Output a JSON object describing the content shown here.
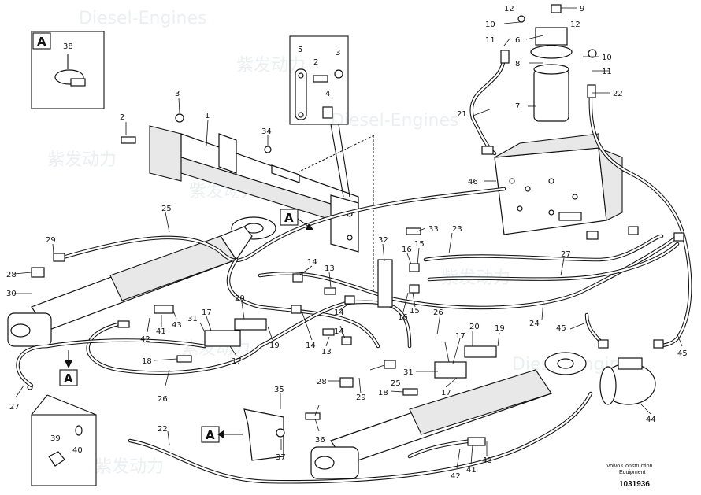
{
  "diagram": {
    "footer_company": "Volvo Construction",
    "footer_dept": "Equipment",
    "doc_number": "1031936",
    "watermark_cn": "紫发动力",
    "watermark_en": "Diesel-Engines",
    "detail_letter": "A"
  },
  "labels": [
    {
      "id": "l1",
      "text": "1"
    },
    {
      "id": "l2a",
      "text": "2"
    },
    {
      "id": "l2b",
      "text": "2"
    },
    {
      "id": "l3a",
      "text": "3"
    },
    {
      "id": "l3b",
      "text": "3"
    },
    {
      "id": "l4",
      "text": "4"
    },
    {
      "id": "l5",
      "text": "5"
    },
    {
      "id": "l6",
      "text": "6"
    },
    {
      "id": "l7",
      "text": "7"
    },
    {
      "id": "l8",
      "text": "8"
    },
    {
      "id": "l9",
      "text": "9"
    },
    {
      "id": "l10a",
      "text": "10"
    },
    {
      "id": "l10b",
      "text": "10"
    },
    {
      "id": "l11a",
      "text": "11"
    },
    {
      "id": "l11b",
      "text": "11"
    },
    {
      "id": "l12a",
      "text": "12"
    },
    {
      "id": "l12b",
      "text": "12"
    },
    {
      "id": "l13a",
      "text": "13"
    },
    {
      "id": "l13b",
      "text": "13"
    },
    {
      "id": "l14a",
      "text": "14"
    },
    {
      "id": "l14b",
      "text": "14"
    },
    {
      "id": "l14c",
      "text": "14"
    },
    {
      "id": "l14d",
      "text": "14"
    },
    {
      "id": "l15a",
      "text": "15"
    },
    {
      "id": "l15b",
      "text": "15"
    },
    {
      "id": "l16a",
      "text": "16"
    },
    {
      "id": "l16b",
      "text": "16"
    },
    {
      "id": "l17a",
      "text": "17"
    },
    {
      "id": "l17b",
      "text": "17"
    },
    {
      "id": "l17c",
      "text": "17"
    },
    {
      "id": "l17d",
      "text": "17"
    },
    {
      "id": "l18a",
      "text": "18"
    },
    {
      "id": "l18b",
      "text": "18"
    },
    {
      "id": "l19a",
      "text": "19"
    },
    {
      "id": "l19b",
      "text": "19"
    },
    {
      "id": "l20a",
      "text": "20"
    },
    {
      "id": "l20b",
      "text": "20"
    },
    {
      "id": "l21",
      "text": "21"
    },
    {
      "id": "l22a",
      "text": "22"
    },
    {
      "id": "l22b",
      "text": "22"
    },
    {
      "id": "l23",
      "text": "23"
    },
    {
      "id": "l24",
      "text": "24"
    },
    {
      "id": "l25a",
      "text": "25"
    },
    {
      "id": "l25b",
      "text": "25"
    },
    {
      "id": "l26a",
      "text": "26"
    },
    {
      "id": "l26b",
      "text": "26"
    },
    {
      "id": "l27a",
      "text": "27"
    },
    {
      "id": "l27b",
      "text": "27"
    },
    {
      "id": "l28a",
      "text": "28"
    },
    {
      "id": "l28b",
      "text": "28"
    },
    {
      "id": "l29a",
      "text": "29"
    },
    {
      "id": "l29b",
      "text": "29"
    },
    {
      "id": "l30",
      "text": "30"
    },
    {
      "id": "l31a",
      "text": "31"
    },
    {
      "id": "l31b",
      "text": "31"
    },
    {
      "id": "l32",
      "text": "32"
    },
    {
      "id": "l33",
      "text": "33"
    },
    {
      "id": "l34",
      "text": "34"
    },
    {
      "id": "l35",
      "text": "35"
    },
    {
      "id": "l36",
      "text": "36"
    },
    {
      "id": "l37",
      "text": "37"
    },
    {
      "id": "l38",
      "text": "38"
    },
    {
      "id": "l39",
      "text": "39"
    },
    {
      "id": "l40",
      "text": "40"
    },
    {
      "id": "l41a",
      "text": "41"
    },
    {
      "id": "l41b",
      "text": "41"
    },
    {
      "id": "l42a",
      "text": "42"
    },
    {
      "id": "l42b",
      "text": "42"
    },
    {
      "id": "l43a",
      "text": "43"
    },
    {
      "id": "l43b",
      "text": "43"
    },
    {
      "id": "l44",
      "text": "44"
    },
    {
      "id": "l45a",
      "text": "45"
    },
    {
      "id": "l45b",
      "text": "45"
    },
    {
      "id": "l46",
      "text": "46"
    }
  ]
}
